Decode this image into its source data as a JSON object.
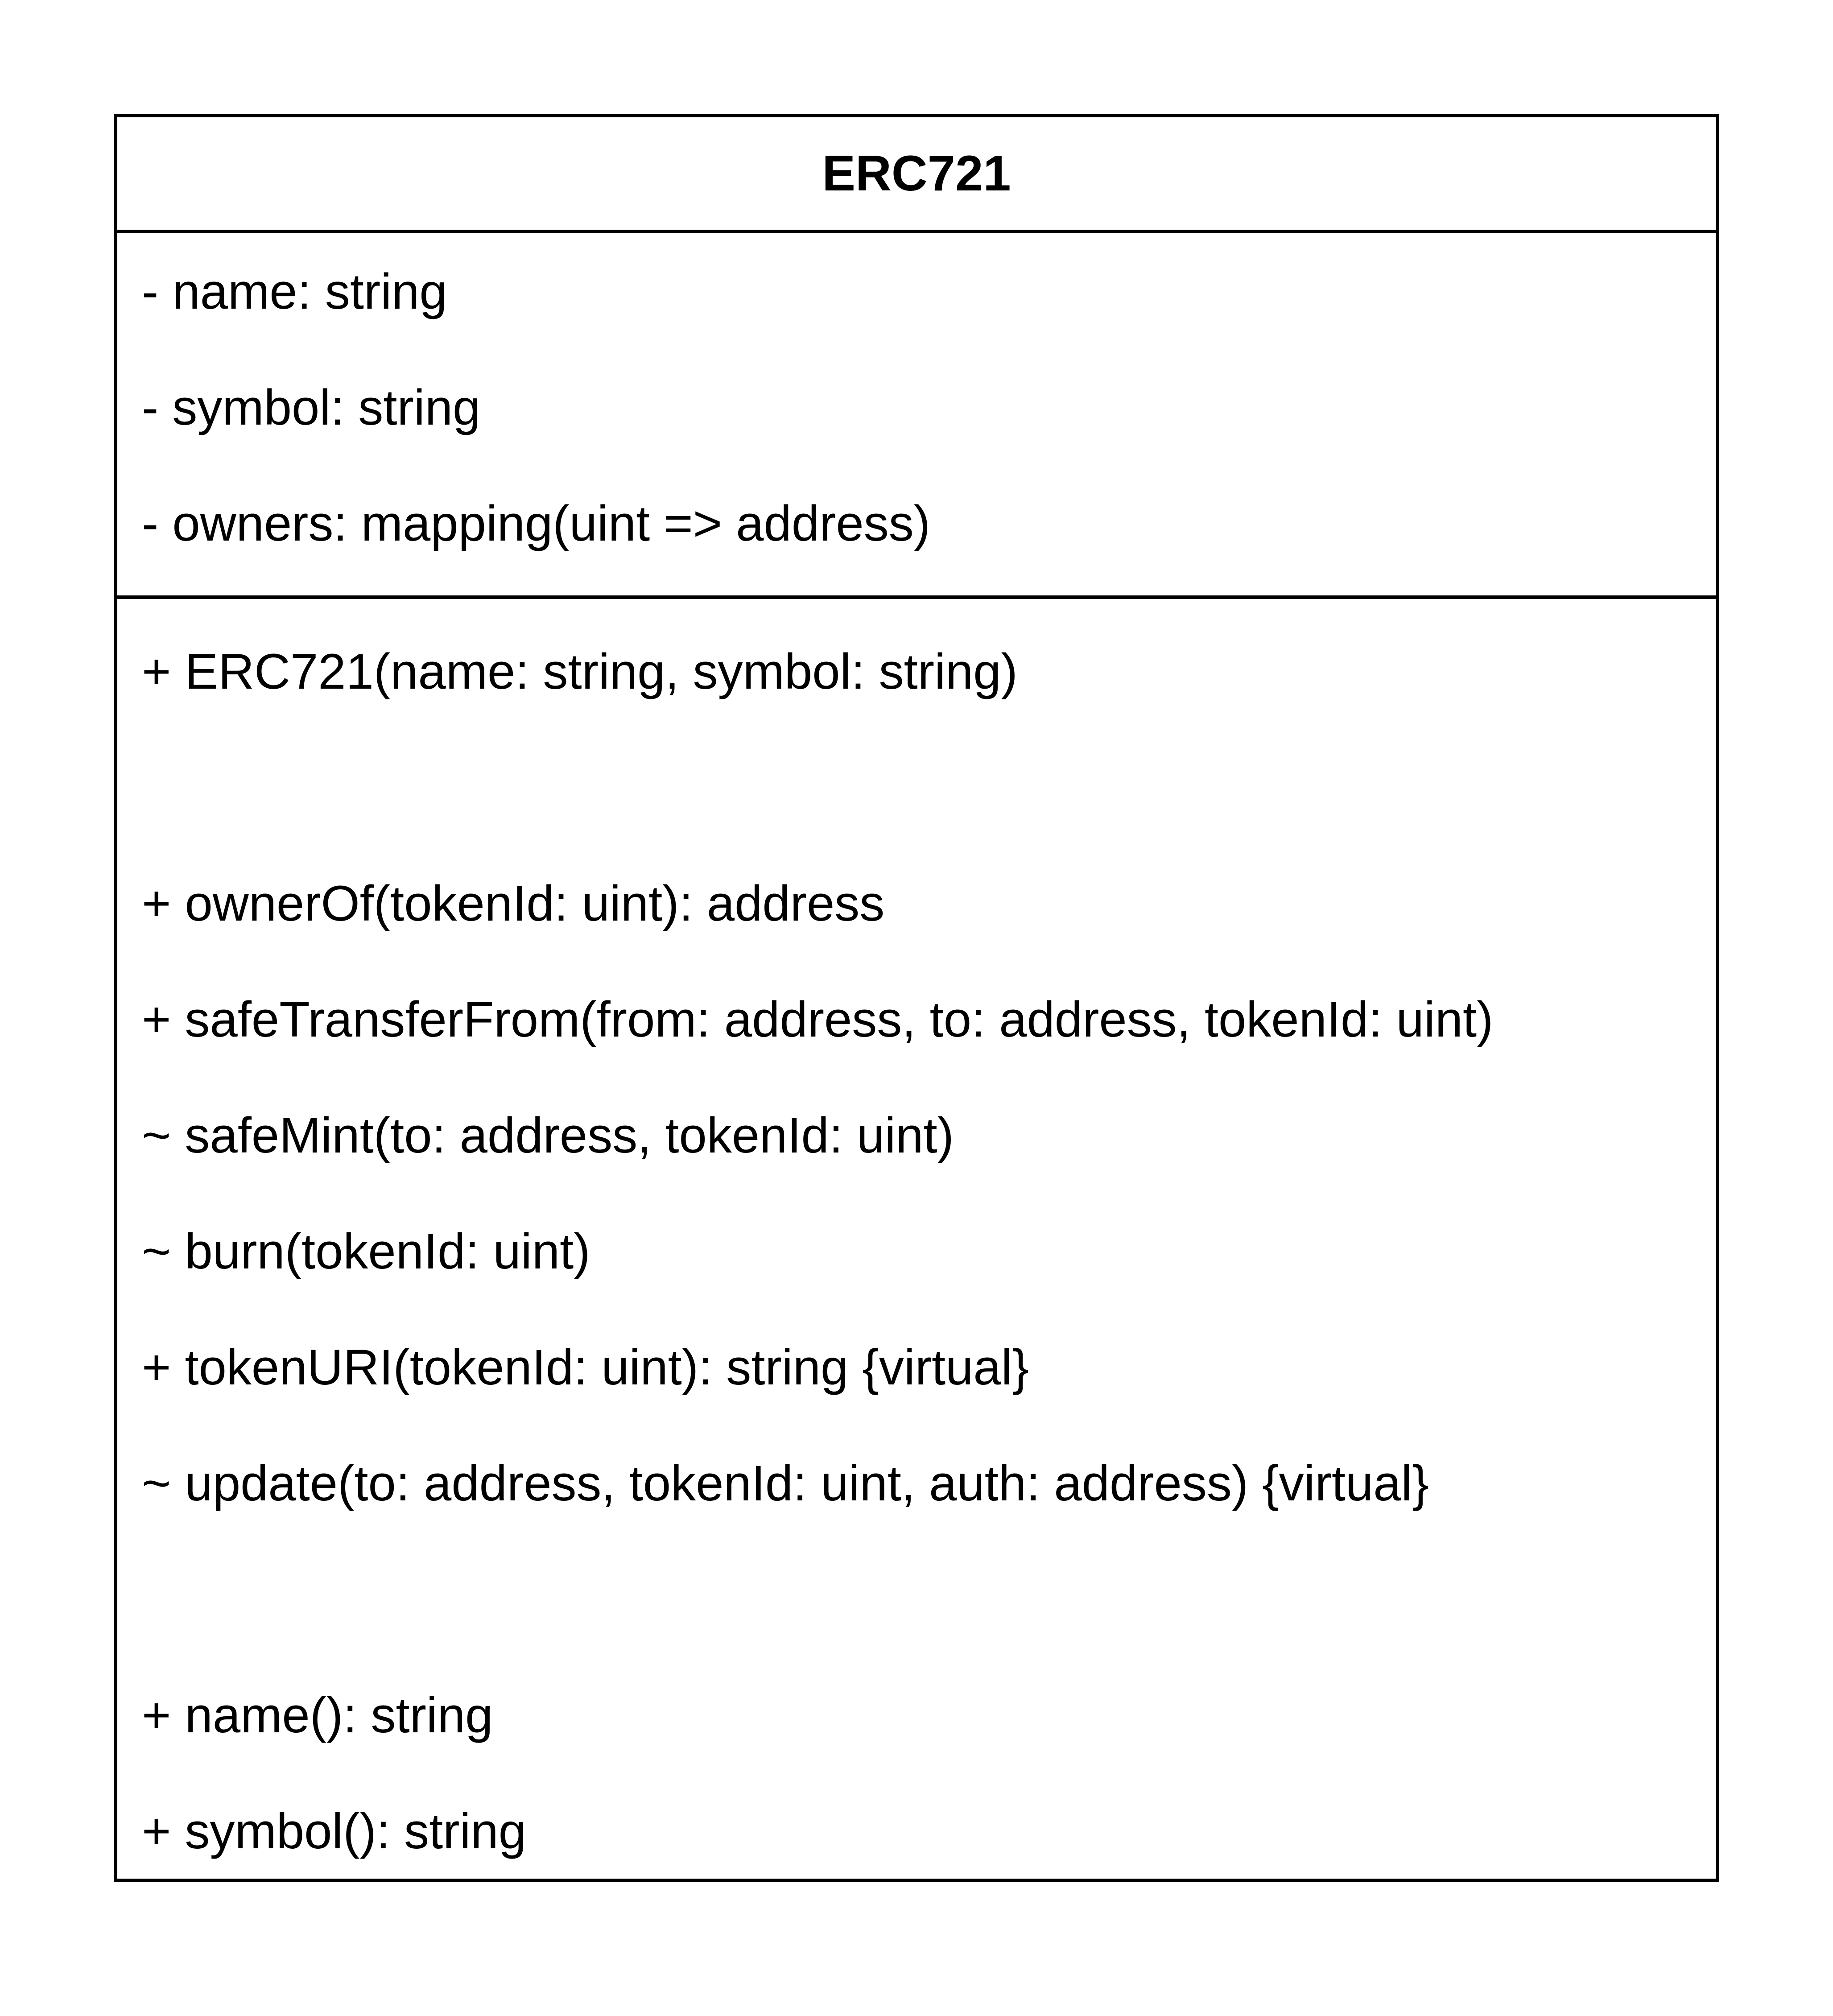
{
  "class": {
    "name": "ERC721",
    "attributes": [
      "- name: string",
      "- symbol: string",
      "- owners: mapping(uint => address)"
    ],
    "operations": [
      "+ ERC721(name: string, symbol: string)",
      "+ ownerOf(tokenId: uint): address",
      "+ safeTransferFrom(from: address, to: address, tokenId: uint)",
      "~ safeMint(to: address, tokenId: uint)",
      "~ burn(tokenId: uint)",
      "+ tokenURI(tokenId: uint): string {virtual}",
      "~ update(to: address, tokenId: uint, auth: address) {virtual}",
      "+ name(): string",
      "+ symbol(): string"
    ]
  }
}
